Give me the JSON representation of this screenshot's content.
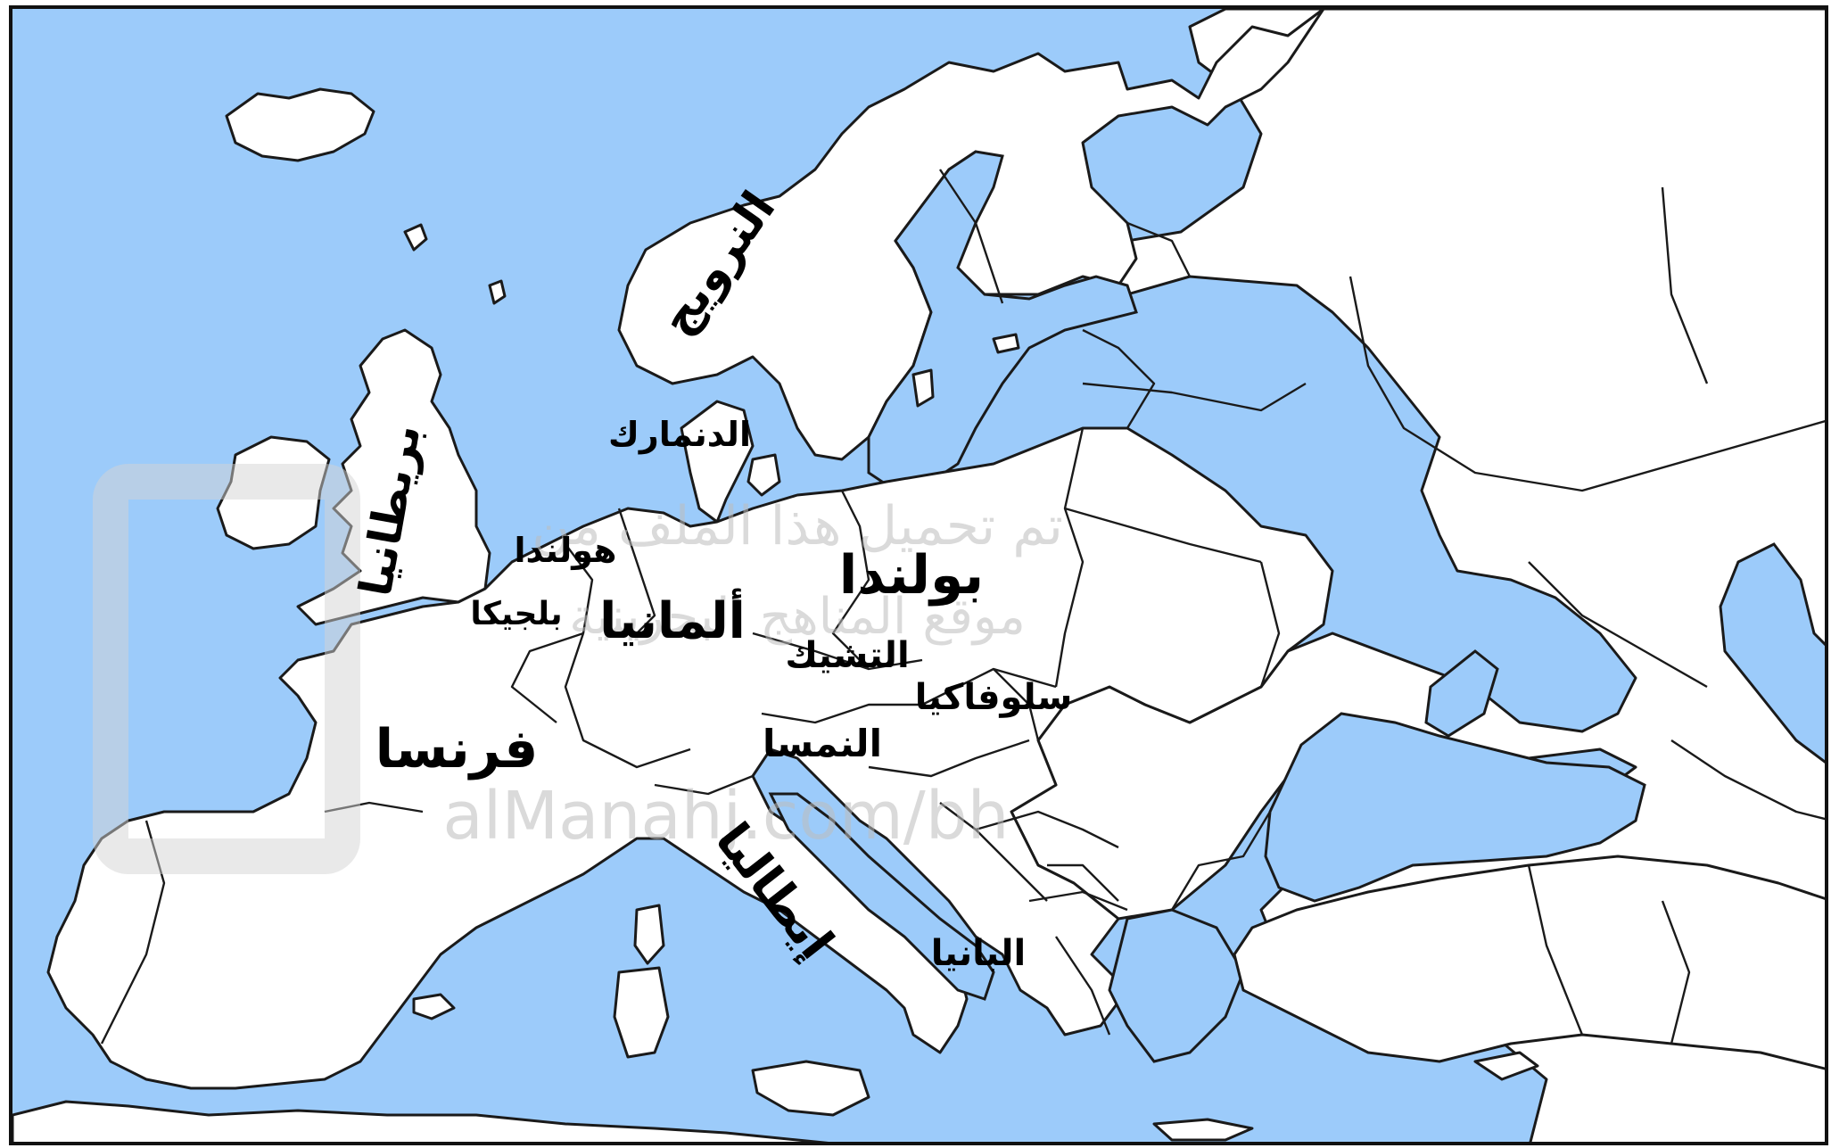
{
  "map": {
    "sea_color": "#9ccbfa",
    "land_color": "#ffffff",
    "border_color": "#1a1a1a"
  },
  "labels": {
    "norway": "النرويج",
    "denmark": "الدنمارك",
    "britain": "بريطانيا",
    "netherlands": "هولندا",
    "belgium": "بلجيكا",
    "germany": "ألمانيا",
    "poland": "بولندا",
    "czech": "التشيك",
    "slovakia": "سلوفاكيا",
    "austria": "النمسا",
    "france": "فرنسا",
    "italy": "إيطاليا",
    "albania": "البانيا"
  },
  "watermark": {
    "line1": "تم تحميل هذا الملف من",
    "line2": "موقع المناهج البحرينية",
    "url": "alManahj.com/bh"
  }
}
